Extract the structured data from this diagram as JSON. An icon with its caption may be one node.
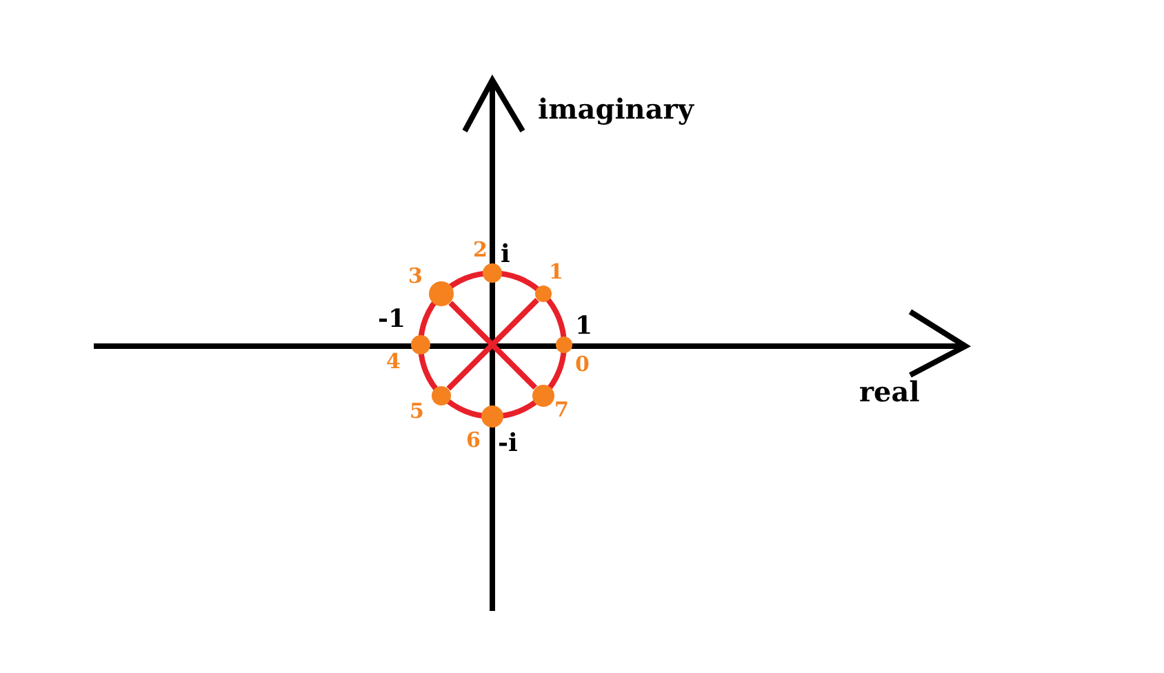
{
  "diagram": {
    "nodes": [
      {
        "text": [],
        "shape": "circle",
        "beside": [
          "0"
        ]
      },
      {
        "text": [],
        "shape": "circle",
        "beside": [
          "1"
        ]
      },
      {
        "text": [],
        "shape": "circle",
        "beside": [
          "2"
        ]
      },
      {
        "text": [],
        "shape": "circle",
        "beside": [
          "3"
        ]
      },
      {
        "text": [],
        "shape": "circle",
        "beside": [
          "4"
        ]
      },
      {
        "text": [],
        "shape": "circle",
        "beside": [
          "5"
        ]
      },
      {
        "text": [],
        "shape": "circle",
        "beside": [
          "6"
        ]
      },
      {
        "text": [],
        "shape": "circle",
        "beside": [
          "7"
        ]
      }
    ],
    "edges": [
      {
        "from": 3,
        "to": 7,
        "arrow": "none",
        "color": "#e8202a"
      },
      {
        "from": 1,
        "to": 5,
        "arrow": "none",
        "color": "#e8202a"
      }
    ],
    "labels": [
      "imaginary",
      "i",
      "1",
      "-1",
      "real",
      "-i"
    ]
  }
}
